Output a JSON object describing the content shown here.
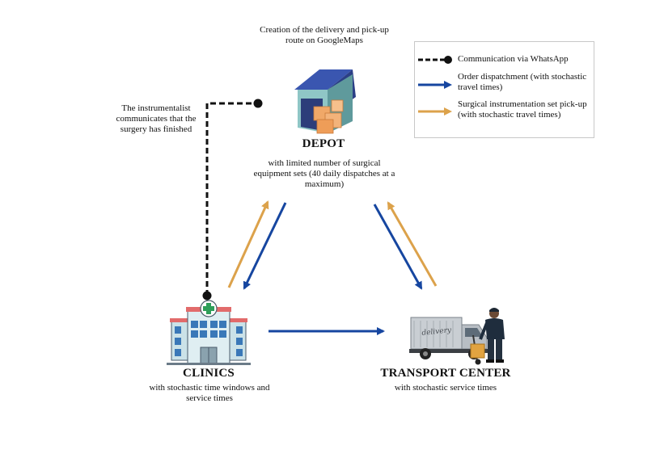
{
  "depot": {
    "top_note": "Creation of the delivery and pick-up route on GoogleMaps",
    "title": "DEPOT",
    "description": "with limited number of surgical equipment sets (40 daily dispatches at a maximum)"
  },
  "clinics": {
    "title": "CLINICS",
    "description": "with stochastic time windows and service times"
  },
  "transport": {
    "title": "TRANSPORT CENTER",
    "description": "with stochastic service times",
    "truck_text": "delivery"
  },
  "instrumentalist_note": "The instrumentalist communicates that the surgery has finished",
  "legend": {
    "whatsapp": "Communication via WhatsApp",
    "dispatch": "Order dispatchment (with stochastic travel times)",
    "pickup": "Surgical instrumentation set pick-up (with stochastic travel times)"
  },
  "colors": {
    "dispatch": "#1646a0",
    "pickup": "#dca24b",
    "whatsapp": "#111111"
  }
}
